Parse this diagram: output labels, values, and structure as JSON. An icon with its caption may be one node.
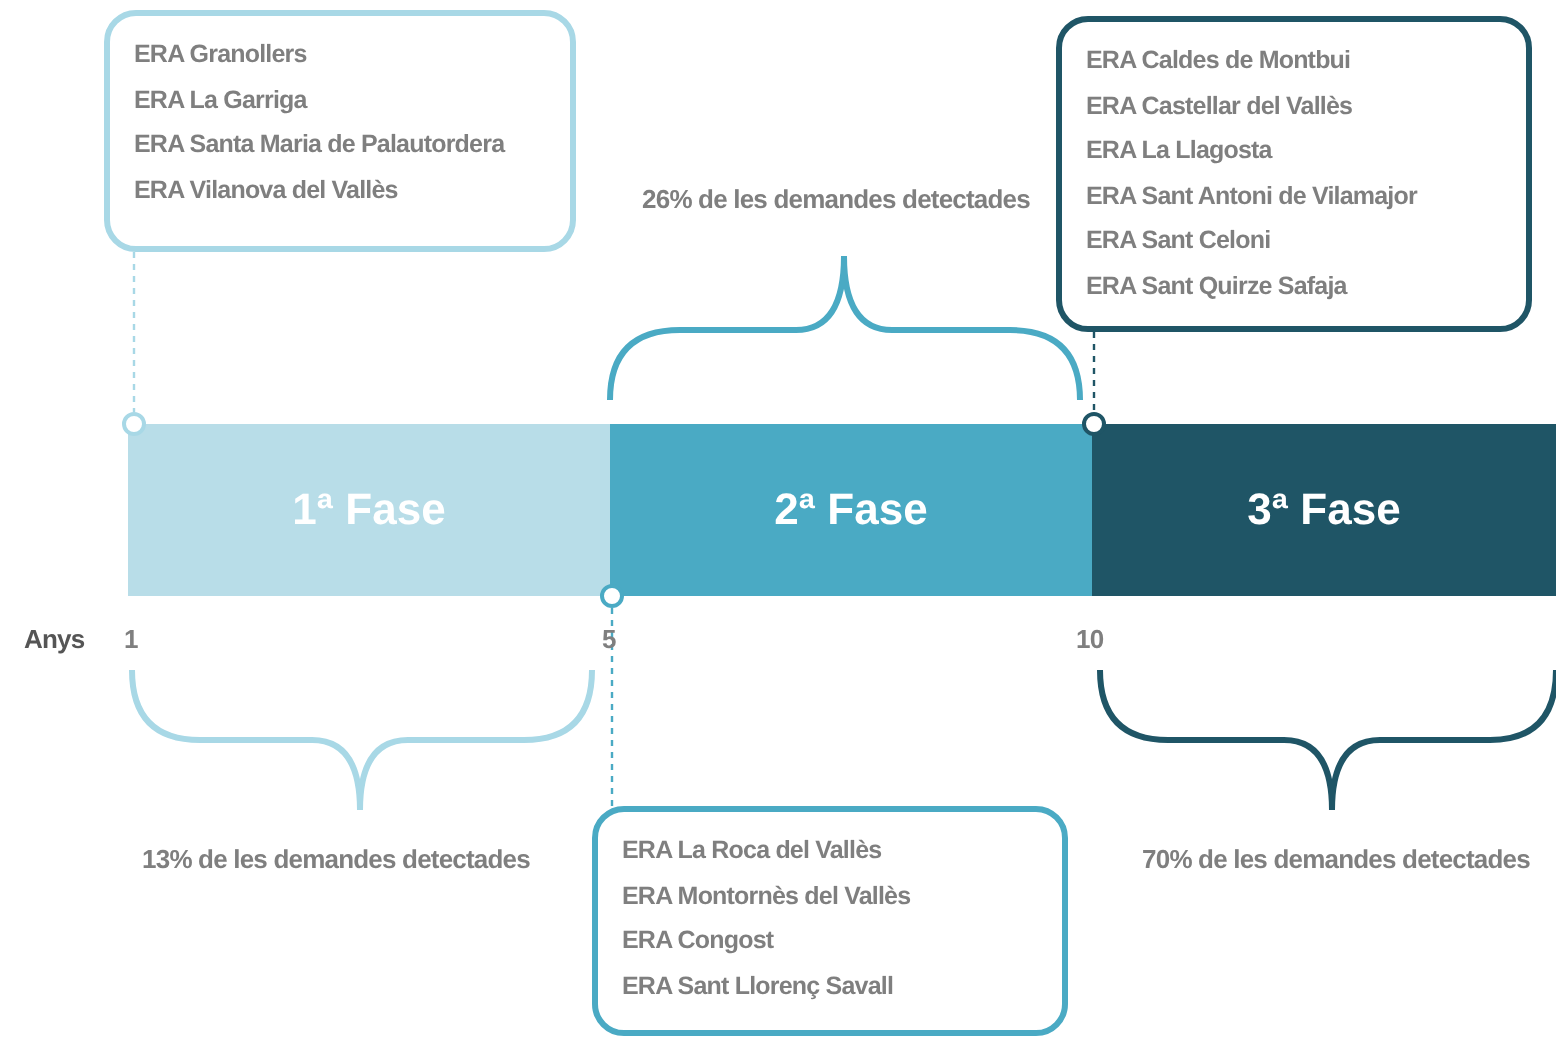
{
  "diagram": {
    "nodes": [
      {
        "text": [
          "ERA Granollers",
          "ERA La Garriga",
          "ERA Santa Maria de Palautordera",
          "ERA Vilanova del Vallès"
        ]
      },
      {
        "text": [
          "1ª Fase"
        ]
      },
      {
        "text": [
          "2ª Fase"
        ]
      },
      {
        "text": [
          "3ª Fase"
        ]
      },
      {
        "text": [
          "ERA Caldes de Montbui",
          "ERA Castellar del Vallès",
          "ERA La Llagosta",
          "ERA Sant Antoni de Vilamajor",
          "ERA Sant Celoni",
          "ERA Sant Quirze Safaja"
        ]
      },
      {
        "text": [
          "ERA La Roca del Vallès",
          "ERA Montornès del Vallès",
          "ERA Congost",
          "ERA Sant Llorenç Savall"
        ]
      },
      {
        "text": [],
        "shape": "circle"
      },
      {
        "text": [],
        "shape": "circle"
      },
      {
        "text": [],
        "shape": "circle"
      }
    ],
    "edges": [
      {
        "from": 0,
        "to": 6,
        "arrow": "none",
        "style": "dashed",
        "color": "#a8d8e6"
      },
      {
        "from": 4,
        "to": 8,
        "arrow": "none",
        "style": "dashed",
        "color": "#1f5566"
      },
      {
        "from": 5,
        "to": 7,
        "arrow": "none",
        "style": "dashed",
        "color": "#4aaac4"
      }
    ],
    "labels": [
      "26% de les demandes detectades",
      "Anys",
      "1",
      "5",
      "10",
      "13% de les demandes detectades",
      "70% de les demandes detectades"
    ]
  }
}
